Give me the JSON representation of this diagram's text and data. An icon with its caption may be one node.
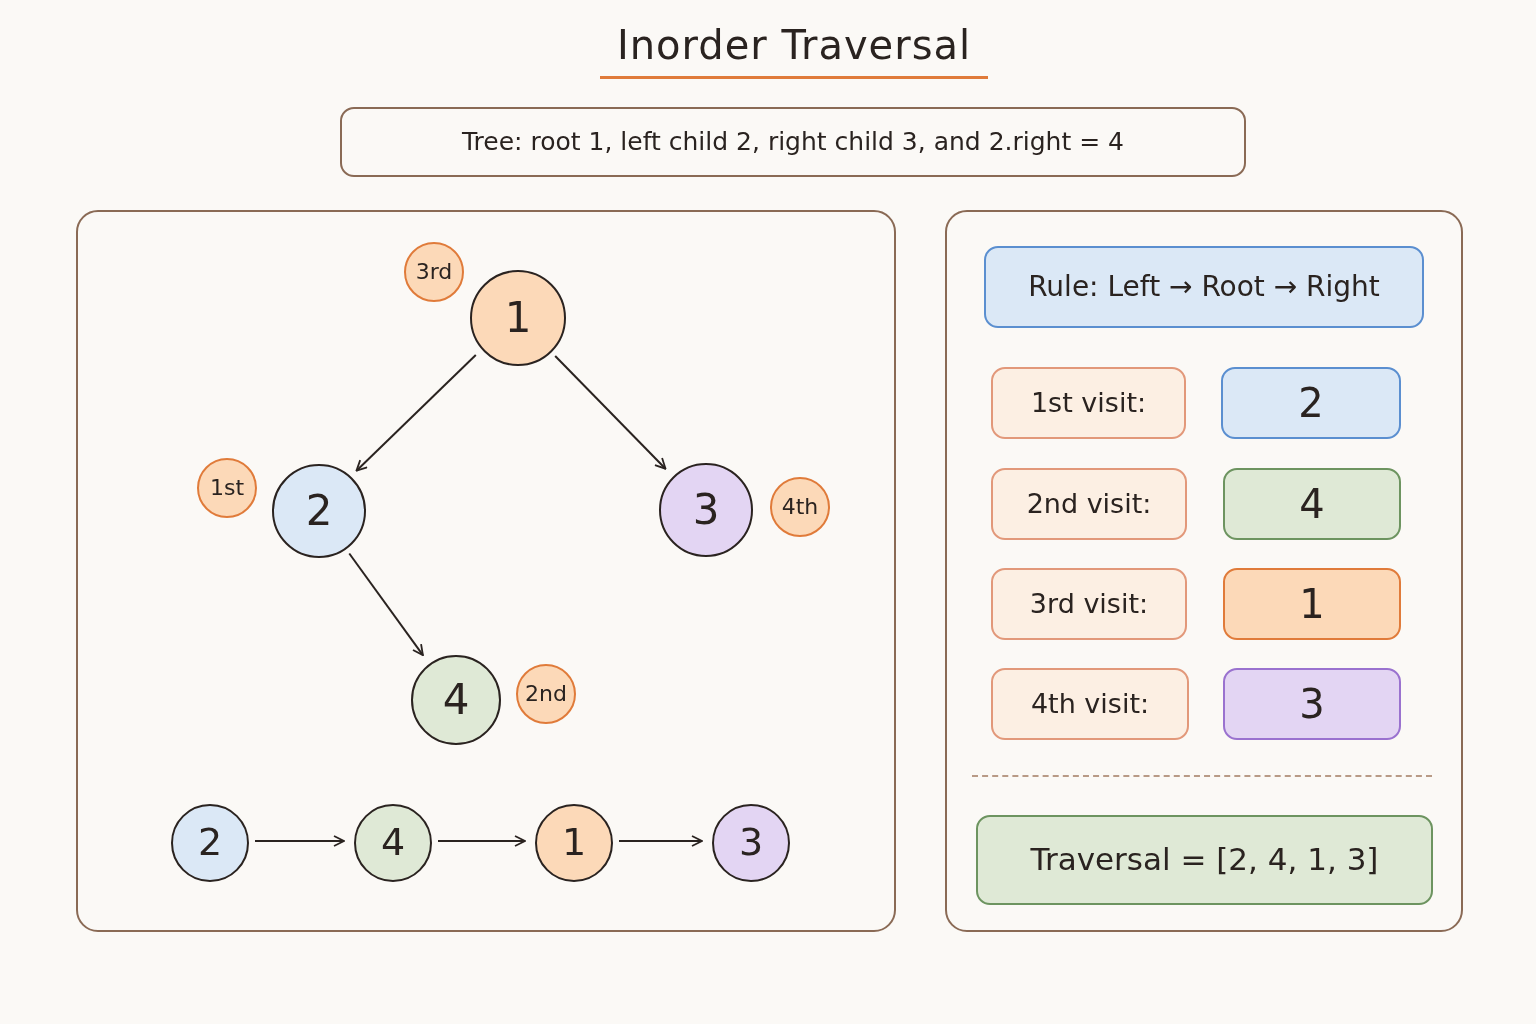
{
  "diagram": {
    "title": "Inorder Traversal",
    "nodes": [
      {
        "text": [
          "Tree: root 1, left child 2, right child 3, and 2.right = 4"
        ]
      },
      {
        "text": [],
        "shape": "box"
      },
      {
        "text": [
          "3rd"
        ],
        "in": 1
      },
      {
        "text": [
          "1"
        ],
        "in": 1
      },
      {
        "text": [
          "1st"
        ],
        "in": 1
      },
      {
        "text": [
          "2"
        ],
        "in": 1
      },
      {
        "text": [
          "3"
        ],
        "in": 1
      },
      {
        "text": [
          "4th"
        ],
        "in": 1
      },
      {
        "text": [
          "4"
        ],
        "in": 1
      },
      {
        "text": [
          "2nd"
        ],
        "in": 1
      },
      {
        "text": [
          "2"
        ],
        "in": 1
      },
      {
        "text": [
          "4"
        ],
        "in": 1
      },
      {
        "text": [
          "1"
        ],
        "in": 1
      },
      {
        "text": [
          "3"
        ],
        "in": 1
      },
      {
        "text": [],
        "shape": "box"
      },
      {
        "text": [
          "Rule: Left → Root → Right"
        ],
        "in": 14
      },
      {
        "text": [
          "1st visit:"
        ],
        "in": 14
      },
      {
        "text": [
          "2"
        ],
        "in": 14
      },
      {
        "text": [
          "2nd visit:"
        ],
        "in": 14
      },
      {
        "text": [
          "4"
        ],
        "in": 14
      },
      {
        "text": [
          "3rd visit:"
        ],
        "in": 14
      },
      {
        "text": [
          "1"
        ],
        "in": 14
      },
      {
        "text": [
          "4th visit:"
        ],
        "in": 14
      },
      {
        "text": [
          "3"
        ],
        "in": 14
      },
      {
        "text": [
          "Traversal = [2, 4, 1, 3]"
        ],
        "in": 14
      }
    ],
    "edges": [
      {
        "from": 3,
        "to": 5,
        "arrow": "to"
      },
      {
        "from": 3,
        "to": 6,
        "arrow": "to"
      },
      {
        "from": 5,
        "to": 8,
        "arrow": "to"
      },
      {
        "from": 10,
        "to": 11,
        "arrow": "to"
      },
      {
        "from": 11,
        "to": 12,
        "arrow": "to"
      },
      {
        "from": 12,
        "to": 13,
        "arrow": "to"
      }
    ]
  }
}
